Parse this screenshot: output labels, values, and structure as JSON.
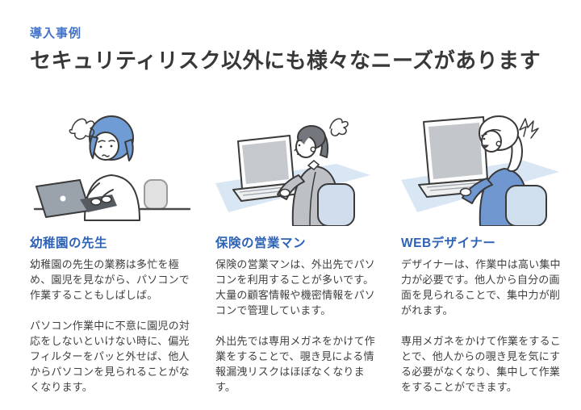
{
  "page": {
    "background": "#ffffff"
  },
  "header": {
    "eyebrow": "導入事例",
    "title": "セキュリティリスク以外にも様々なニーズがあります"
  },
  "colors": {
    "eyebrow_blue": "#4273c8",
    "heading_blue": "#2e62b4",
    "title_text": "#383838",
    "body_text": "#404040",
    "hair_blue": "#6f9cd4",
    "sweater_blue": "#7097cf",
    "desk_light_blue": "#d9e7f4",
    "chair_light_blue": "#cfdded",
    "suit_gray": "#bdc1c6",
    "laptop_gray": "#9aa2ab",
    "screen_gray": "#c5c9cd"
  },
  "cases": [
    {
      "heading": "幼稚園の先生",
      "illustration": "stressed-teacher-typing-on-laptop",
      "paragraphs": [
        "幼稚園の先生の業務は多忙を極め、園児を見ながら、パソコンで作業することもしばしば。",
        "パソコン作業中に不意に園児の対応をしないといけない時に、偏光フィルターをパッと外せば、他人からパソコンを見られることがなくなります。"
      ]
    },
    {
      "heading": "保険の営業マン",
      "illustration": "anxious-salesman-looking-back-from-laptop",
      "paragraphs": [
        "保険の営業マンは、外出先でパソコンを利用することが多いです。大量の顧客情報や機密情報をパソコンで管理しています。",
        "外出先では専用メガネをかけて作業をすることで、覗き見による情報漏洩リスクはほぼなくなります。"
      ]
    },
    {
      "heading": "WEBデザイナー",
      "illustration": "startled-designer-looking-back-from-laptop",
      "paragraphs": [
        "デザイナーは、作業中は高い集中力が必要です。他人から自分の画面を見られることで、集中力が削がれます。",
        "専用メガネをかけて作業をすることで、他人からの覗き見を気にする必要がなくなり、集中して作業をすることができます。"
      ]
    }
  ]
}
